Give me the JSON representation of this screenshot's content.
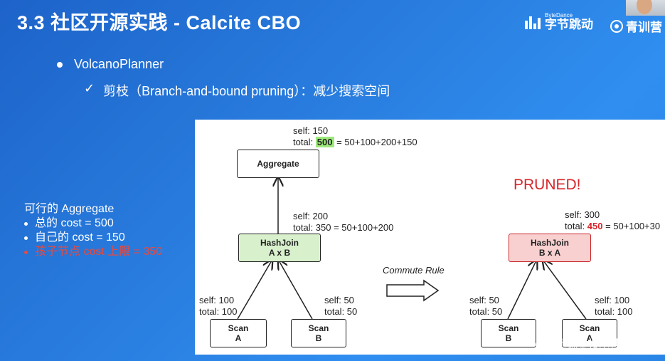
{
  "slide": {
    "title": "3.3 社区开源实践 - Calcite CBO",
    "bullet_main": "VolcanoPlanner",
    "check_glyph": "✓",
    "bullet_sub": "剪枝（Branch-and-bound pruning）：减少搜索空间"
  },
  "logos": {
    "bytedance_small": "ByteDance",
    "bytedance_main": "字节跳动",
    "qingxun": "青训营"
  },
  "side": {
    "title": "可行的 Aggregate",
    "items": [
      {
        "text": "总的 cost = 500",
        "highlight": false
      },
      {
        "text": "自己的 cost = 150",
        "highlight": false
      },
      {
        "text": "孩子节点 cost 上限 = 350",
        "highlight": true
      }
    ],
    "highlight_color": "#e84a3f"
  },
  "diagram": {
    "aggregate": {
      "label": "Aggregate",
      "self": "self: 150",
      "total_prefix": "total: ",
      "total_value": "500",
      "total_suffix": " = 50+100+200+150"
    },
    "hashjoin_left": {
      "line1": "HashJoin",
      "line2": "A x B",
      "self": "self: 200",
      "total": "total: 350 = 50+100+200"
    },
    "scan_a": {
      "line1": "Scan",
      "line2": "A",
      "self": "self: 100",
      "total": "total: 100"
    },
    "scan_b": {
      "line1": "Scan",
      "line2": "B",
      "self": "self: 50",
      "total": "total: 50"
    },
    "commute_rule": "Commute Rule",
    "pruned": "PRUNED!",
    "hashjoin_right": {
      "line1": "HashJoin",
      "line2": "B x A",
      "self": "self: 300",
      "total_prefix": "total: ",
      "total_value": "450",
      "total_suffix": " = 50+100+30"
    },
    "scan_b_right": {
      "line1": "Scan",
      "line2": "B",
      "self": "self: 50",
      "total": "total:  50"
    },
    "scan_a_right": {
      "line1": "Scan",
      "line2": "A",
      "self": "self: 100",
      "total": "total: 100"
    }
  },
  "watermark": "@稀土掘金技术社区",
  "colors": {
    "green_node": "#d8f0cc",
    "red_node": "#f8d0d0",
    "pruned": "#d6252a",
    "total_green": "#9de87a"
  }
}
